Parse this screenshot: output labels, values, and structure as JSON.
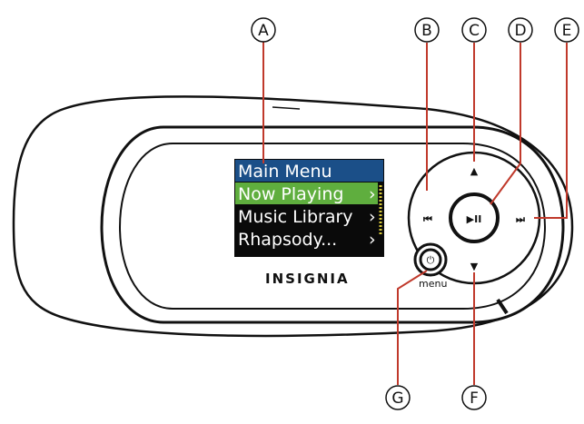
{
  "screen": {
    "title": "Main Menu",
    "items": [
      {
        "label": "Now Playing",
        "selected": true
      },
      {
        "label": "Music Library",
        "selected": false
      },
      {
        "label": "Rhapsody...",
        "selected": false
      }
    ],
    "colors": {
      "title_bg": "#1b4f88",
      "selected_bg": "#5fae3e",
      "screen_bg": "#0a0a0a"
    }
  },
  "device": {
    "brand": "INSIGNIA",
    "menu_label": "menu"
  },
  "callouts": {
    "A": "A",
    "B": "B",
    "C": "C",
    "D": "D",
    "E": "E",
    "F": "F",
    "G": "G"
  },
  "icons": {
    "prev": "previous-track-icon",
    "next": "next-track-icon",
    "up": "up-arrow-icon",
    "down": "down-arrow-icon",
    "play": "play-pause-icon",
    "power": "power-icon"
  }
}
